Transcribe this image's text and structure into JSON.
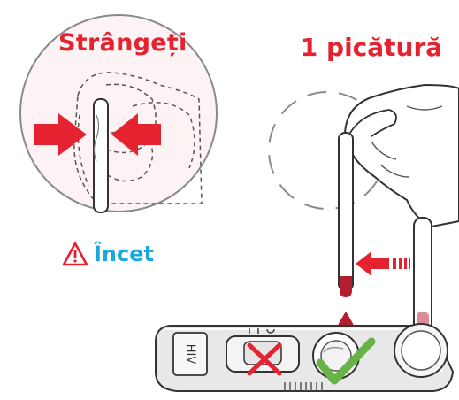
{
  "step_left": {
    "label": "Strângeți"
  },
  "step_right": {
    "label": "1 picătură"
  },
  "warning": {
    "label": "Încet"
  },
  "colors": {
    "red_text": "#e52330",
    "blue_text": "#1aa8de",
    "blood": "#b31e2e",
    "arrow": "#e52330",
    "check": "#67b346",
    "outline": "#3a3a3a"
  },
  "device": {
    "label": "HIV"
  }
}
